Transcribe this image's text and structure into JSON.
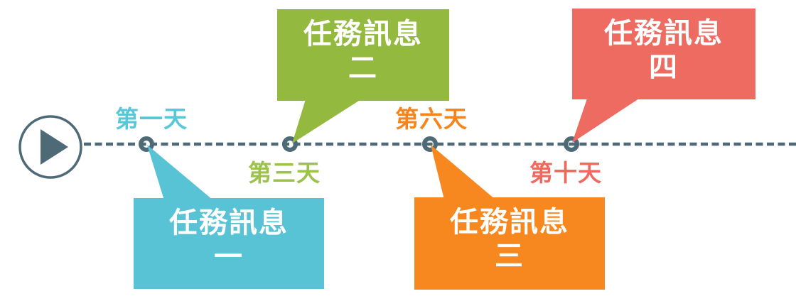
{
  "timeline": {
    "line_color": "#4e6a77",
    "line_style": "dashed",
    "message_text_color": "#ffffff",
    "play_button": {
      "icon": "play-icon"
    },
    "milestones": [
      {
        "day_label": "第一天",
        "day_label_color": "#58c8d9",
        "bubble_color": "#57c3d5",
        "message_line1": "任務訊息",
        "message_line2": "一",
        "bubble_position": "below"
      },
      {
        "day_label": "第三天",
        "day_label_color": "#9cc14c",
        "bubble_color": "#93b93e",
        "message_line1": "任務訊息",
        "message_line2": "二",
        "bubble_position": "above"
      },
      {
        "day_label": "第六天",
        "day_label_color": "#f5841d",
        "bubble_color": "#f6881f",
        "message_line1": "任務訊息",
        "message_line2": "三",
        "bubble_position": "below"
      },
      {
        "day_label": "第十天",
        "day_label_color": "#f0695f",
        "bubble_color": "#ee6b61",
        "message_line1": "任務訊息",
        "message_line2": "四",
        "bubble_position": "above"
      }
    ]
  }
}
